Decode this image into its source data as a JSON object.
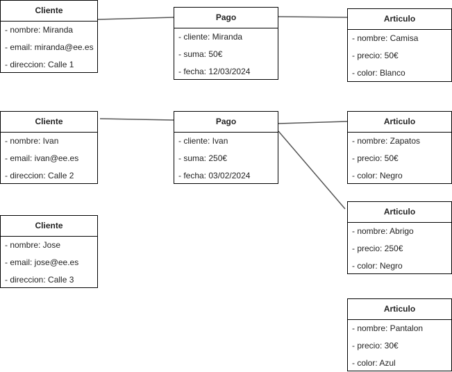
{
  "entities": {
    "cliente_miranda": {
      "title": "Cliente",
      "fields": [
        "- nombre: Miranda",
        "- email: miranda@ee.es",
        "- direccion: Calle 1"
      ]
    },
    "pago_miranda": {
      "title": "Pago",
      "fields": [
        "- cliente: Miranda",
        "- suma: 50€",
        "- fecha: 12/03/2024"
      ]
    },
    "articulo_camisa": {
      "title": "Articulo",
      "fields": [
        "- nombre: Camisa",
        "- precio: 50€",
        "- color: Blanco"
      ]
    },
    "cliente_ivan": {
      "title": "Cliente",
      "fields": [
        "- nombre: Ivan",
        "- email: ivan@ee.es",
        "- direccion: Calle 2"
      ]
    },
    "pago_ivan": {
      "title": "Pago",
      "fields": [
        "- cliente: Ivan",
        "- suma: 250€",
        "- fecha: 03/02/2024"
      ]
    },
    "articulo_zapatos": {
      "title": "Articulo",
      "fields": [
        "- nombre: Zapatos",
        "- precio: 50€",
        "- color: Negro"
      ]
    },
    "articulo_abrigo": {
      "title": "Articulo",
      "fields": [
        "- nombre: Abrigo",
        "- precio: 250€",
        "- color: Negro"
      ]
    },
    "cliente_jose": {
      "title": "Cliente",
      "fields": [
        "- nombre: Jose",
        "- email: jose@ee.es",
        "- direccion: Calle 3"
      ]
    },
    "articulo_pantalon": {
      "title": "Articulo",
      "fields": [
        "- nombre: Pantalon",
        "- precio: 30€",
        "- color: Azul"
      ]
    }
  },
  "connections": [
    {
      "from": "cliente_miranda",
      "to": "pago_miranda"
    },
    {
      "from": "pago_miranda",
      "to": "articulo_camisa"
    },
    {
      "from": "cliente_ivan",
      "to": "pago_ivan"
    },
    {
      "from": "pago_ivan",
      "to": "articulo_zapatos"
    },
    {
      "from": "pago_ivan",
      "to": "articulo_abrigo"
    }
  ],
  "colors": {
    "border": "#000000",
    "connector": "#555555",
    "text": "#222222",
    "background": "#ffffff"
  }
}
